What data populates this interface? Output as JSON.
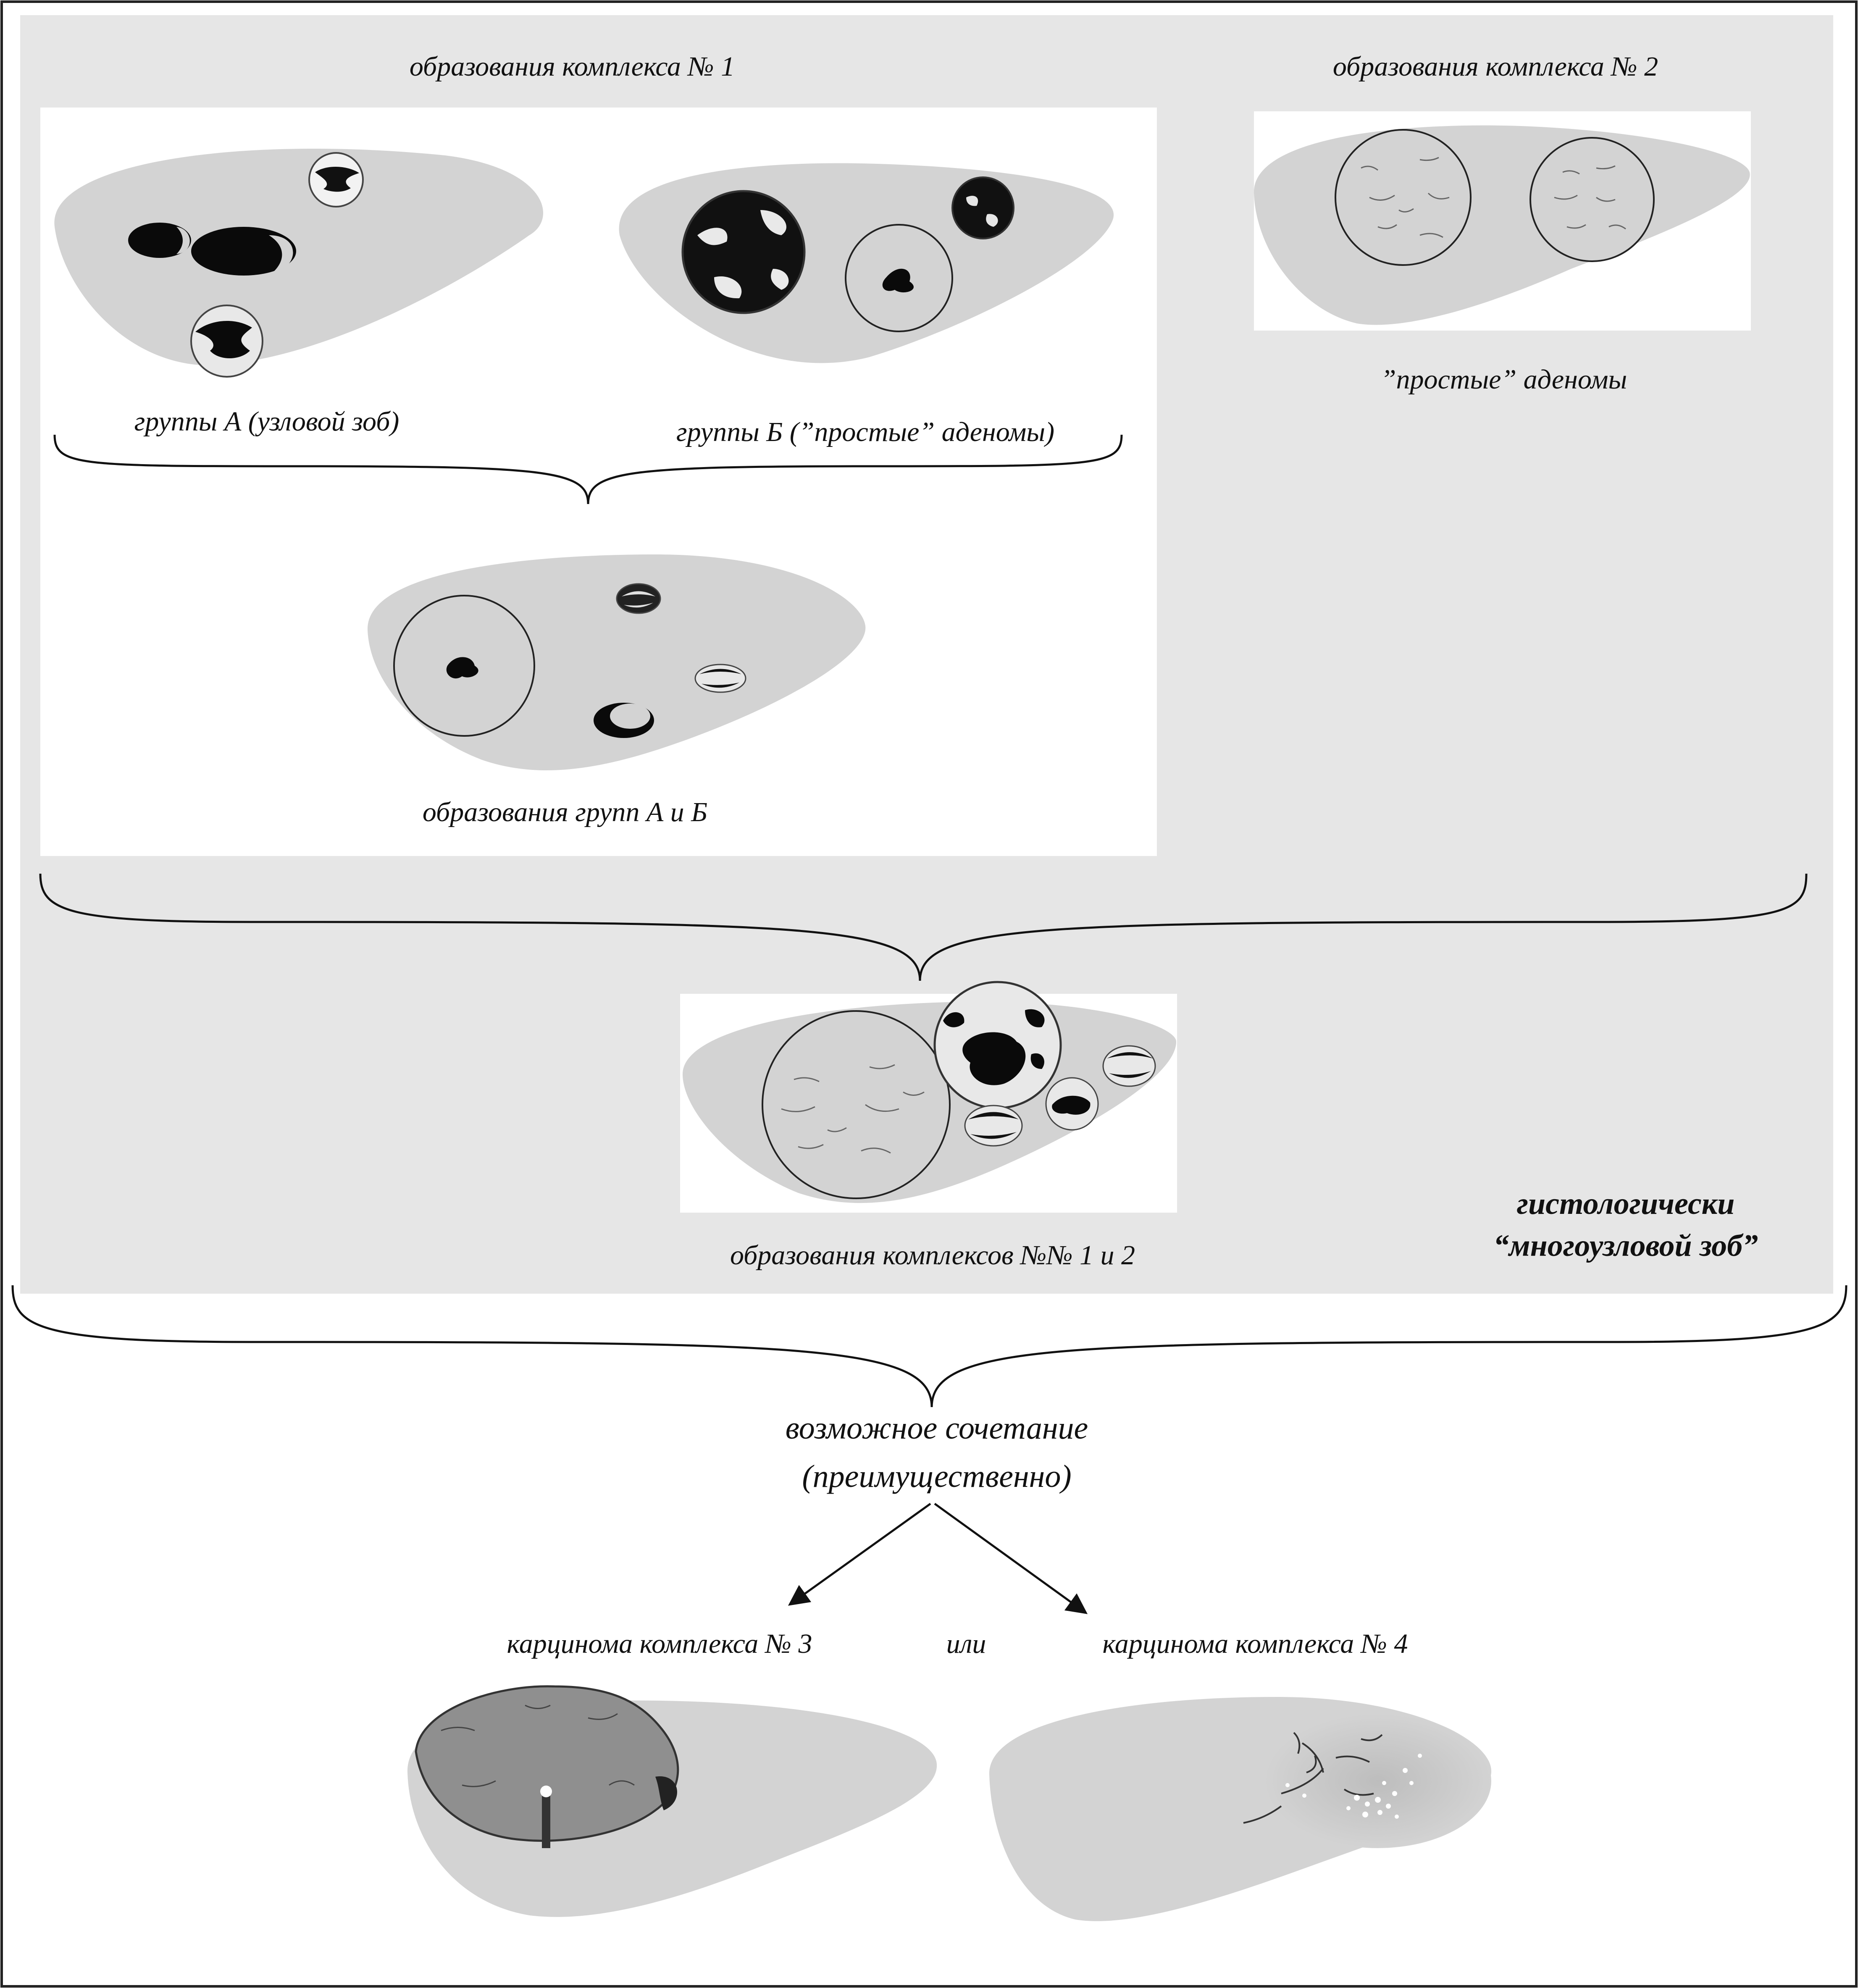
{
  "labels": {
    "complex1_title": "образования комплекса № 1",
    "complex2_title": "образования комплекса № 2",
    "group_a": "группы А (узловой зоб)",
    "group_b": "группы Б (”простые” аденомы)",
    "simple_adenomas": "”простые” аденомы",
    "groups_ab": "образования групп А и Б",
    "complexes_1_2": "образования комплексов №№ 1 и 2",
    "histology_line1": "гистологически",
    "histology_line2": "“многоузловой зоб”",
    "combination_line1": "возможное сочетание",
    "combination_line2": "(преимущественно)",
    "carcinoma_3": "карцинома комплекса № 3",
    "or_word": "или",
    "carcinoma_4": "карцинома комплекса № 4"
  },
  "colors": {
    "outer_panel": "#e6e6e6",
    "inner_panel": "#ffffff",
    "gland_fill": "#d3d3d3",
    "nodule_dark": "#0a0a0a",
    "tumor_fill": "#8f8f8f",
    "border": "#222222"
  }
}
